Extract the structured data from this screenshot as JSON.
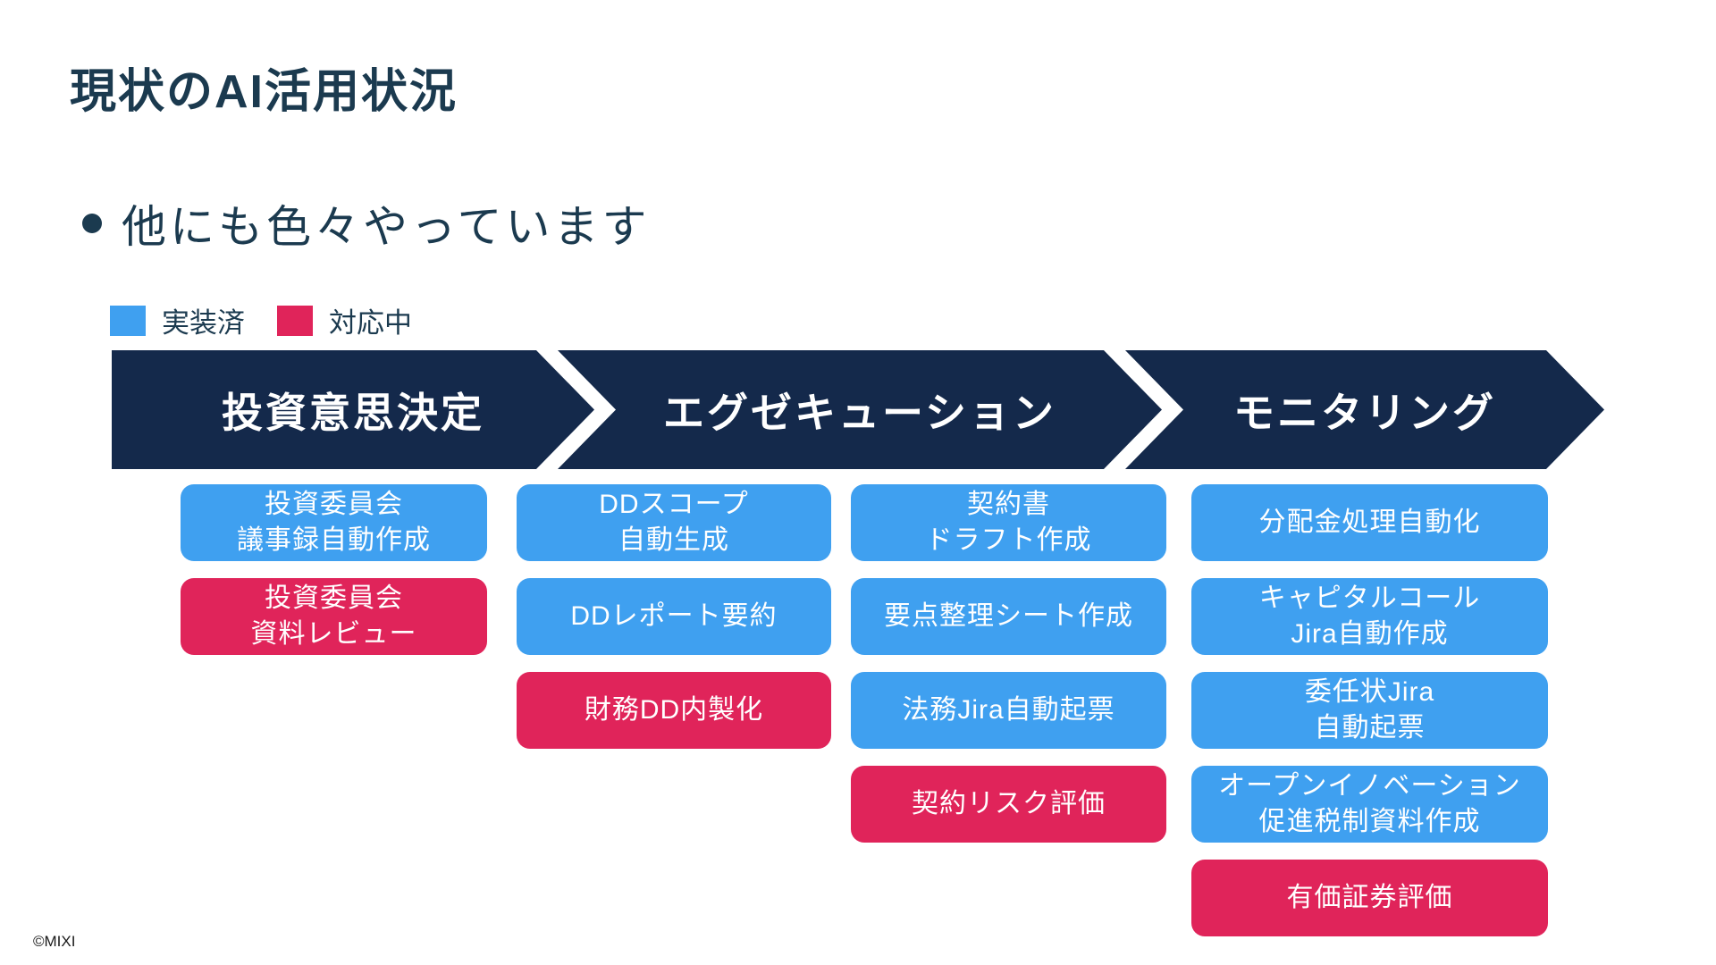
{
  "slide": {
    "title": "現状のAI活用状況",
    "bullet_text": "他にも色々やっています",
    "footer": "©MIXI"
  },
  "colors": {
    "band": "#14294B",
    "implemented": "#3FA0F0",
    "in_progress": "#E0245A",
    "text": "#1B3A4F"
  },
  "legend": {
    "items": [
      {
        "key": "implemented",
        "label": "実装済"
      },
      {
        "key": "in_progress",
        "label": "対応中"
      }
    ]
  },
  "process": {
    "stages": [
      {
        "label": "投資意思決定"
      },
      {
        "label": "エグゼキューション"
      },
      {
        "label": "モニタリング"
      }
    ]
  },
  "columns": [
    {
      "stage": "投資意思決定",
      "cards": [
        {
          "lines": [
            "投資委員会",
            "議事録自動作成"
          ],
          "status": "implemented"
        },
        {
          "lines": [
            "投資委員会",
            "資料レビュー"
          ],
          "status": "in_progress"
        }
      ]
    },
    {
      "stage": "エグゼキューション",
      "cards": [
        {
          "lines": [
            "DDスコープ",
            "自動生成"
          ],
          "status": "implemented"
        },
        {
          "lines": [
            "DDレポート要約"
          ],
          "status": "implemented"
        },
        {
          "lines": [
            "財務DD内製化"
          ],
          "status": "in_progress"
        }
      ]
    },
    {
      "stage": "エグゼキューション",
      "cards": [
        {
          "lines": [
            "契約書",
            "ドラフト作成"
          ],
          "status": "implemented"
        },
        {
          "lines": [
            "要点整理シート作成"
          ],
          "status": "implemented"
        },
        {
          "lines": [
            "法務Jira自動起票"
          ],
          "status": "implemented"
        },
        {
          "lines": [
            "契約リスク評価"
          ],
          "status": "in_progress"
        }
      ]
    },
    {
      "stage": "モニタリング",
      "cards": [
        {
          "lines": [
            "分配金処理自動化"
          ],
          "status": "implemented"
        },
        {
          "lines": [
            "キャピタルコール",
            "Jira自動作成"
          ],
          "status": "implemented"
        },
        {
          "lines": [
            "委任状Jira",
            "自動起票"
          ],
          "status": "implemented"
        },
        {
          "lines": [
            "オープンイノベーション",
            "促進税制資料作成"
          ],
          "status": "implemented"
        },
        {
          "lines": [
            "有価証券評価"
          ],
          "status": "in_progress"
        }
      ]
    }
  ]
}
